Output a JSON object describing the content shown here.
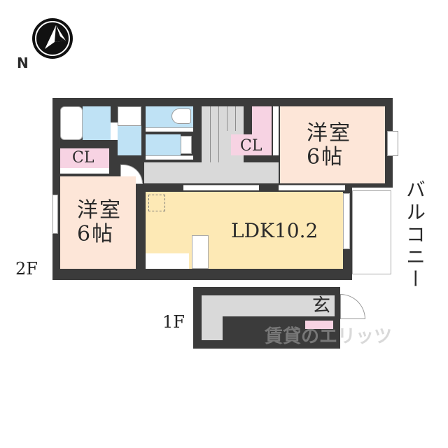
{
  "compass": {
    "letter": "N",
    "icon": "north-arrow-icon"
  },
  "floors": [
    {
      "label": "2F",
      "rooms": [
        {
          "id": "western-room-north",
          "name": "洋室",
          "size": "6帖",
          "color": "#fde6d8"
        },
        {
          "id": "western-room-west",
          "name": "洋室",
          "size": "6帖",
          "color": "#fde6d8"
        },
        {
          "id": "ldk",
          "name": "LDK10.2",
          "color": "#fde9b5"
        },
        {
          "id": "closet-west",
          "name": "CL",
          "color": "#f7d3e3"
        },
        {
          "id": "closet-north",
          "name": "CL",
          "color": "#f7d3e3"
        },
        {
          "id": "bathroom",
          "name": "",
          "color": "#bfe2f5"
        },
        {
          "id": "washroom",
          "name": "",
          "color": "#bfe2f5"
        },
        {
          "id": "toilet",
          "name": "",
          "color": "#bfe2f5"
        },
        {
          "id": "toilet-2",
          "name": "",
          "color": "#bfe2f5"
        },
        {
          "id": "hallway",
          "name": "",
          "color": "#d9d9d9"
        },
        {
          "id": "stairs",
          "name": "",
          "color": "#d9d9d9"
        }
      ],
      "balcony": {
        "label": "バルコニー"
      }
    },
    {
      "label": "1F",
      "rooms": [
        {
          "id": "entrance",
          "name": "玄",
          "color": "#d9d9d9"
        },
        {
          "id": "shoe-closet",
          "name": "",
          "color": "#f7d3e3"
        }
      ]
    }
  ],
  "watermark": {
    "text": "賃貸のエリッツ"
  },
  "colors": {
    "wall": "#3b3b3b",
    "wet": "#bfe2f5",
    "closet": "#f7d3e3",
    "bedroom": "#fde6d8",
    "ldk": "#fde9b5",
    "common": "#d9d9d9"
  }
}
